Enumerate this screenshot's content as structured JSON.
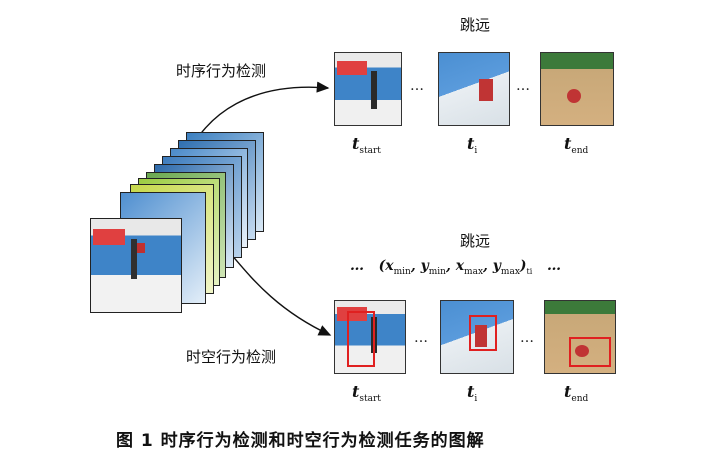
{
  "top": {
    "task_label": "时序行为检测",
    "action_label": "跳远",
    "dots": [
      "…",
      "…"
    ],
    "t_labels": [
      {
        "var": "t",
        "sub": "start"
      },
      {
        "var": "t",
        "sub": "i"
      },
      {
        "var": "t",
        "sub": "end"
      }
    ]
  },
  "bottom": {
    "task_label": "时空行为检测",
    "action_label": "跳远",
    "formula": {
      "lead": "…",
      "open": "(",
      "x1": "x",
      "x1_sub": "min",
      "y1": "y",
      "y1_sub": "min",
      "x2": "x",
      "x2_sub": "max",
      "y2": "y",
      "y2_sub": "max",
      "close": ")",
      "t_var": "t",
      "t_sub": "i",
      "trail": "…",
      "sep": ","
    },
    "dots": [
      "…",
      "…"
    ],
    "t_labels": [
      {
        "var": "t",
        "sub": "start"
      },
      {
        "var": "t",
        "sub": "i"
      },
      {
        "var": "t",
        "sub": "end"
      }
    ]
  },
  "caption": "图 1   时序行为检测和时空行为检测任务的图解",
  "colors": {
    "box": "#e02020",
    "arrow": "#111111"
  }
}
